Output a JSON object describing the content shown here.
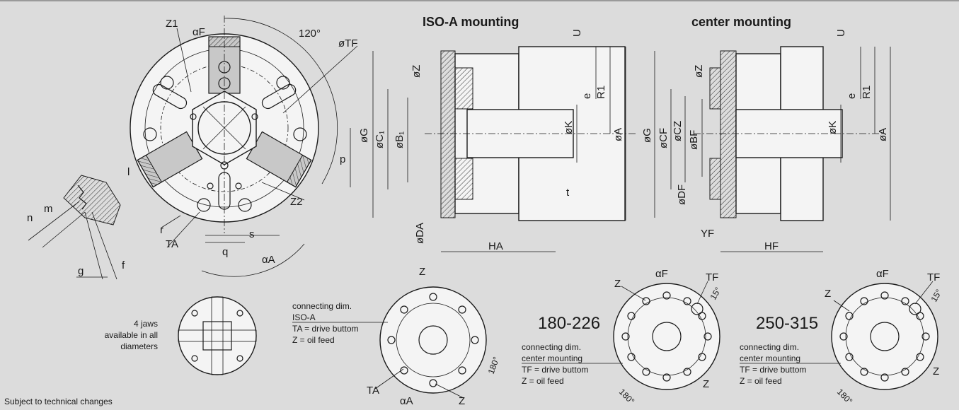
{
  "headings": {
    "iso_a_mounting": "ISO-A mounting",
    "center_mounting": "center mounting"
  },
  "front_view": {
    "labels": {
      "z1": "Z1",
      "alpha_f": "αF",
      "angle_120": "120°",
      "dia_tf": "øTF",
      "p": "p",
      "l": "l",
      "r": "r",
      "ta": "TA",
      "s": "s",
      "q": "q",
      "z2": "Z2",
      "alpha_a": "αA"
    }
  },
  "jaw_detail": {
    "labels": {
      "n": "n",
      "m": "m",
      "g": "g",
      "f": "f"
    }
  },
  "iso_section": {
    "labels": {
      "u": "U",
      "dia_z": "øZ",
      "e": "e",
      "r1": "R1",
      "dia_g": "øG",
      "dia_c1": "øC₁",
      "dia_b1": "øB₁",
      "dia_k": "øK",
      "dia_a": "øA",
      "t": "t",
      "dia_da": "øDA",
      "ha": "HA"
    }
  },
  "center_section": {
    "labels": {
      "u": "U",
      "dia_z": "øZ",
      "e": "e",
      "r1": "R1",
      "dia_g": "øG",
      "dia_cf": "øCF",
      "dia_cz": "øCZ",
      "dia_bf": "øBF",
      "dia_k": "øK",
      "dia_a": "øA",
      "dia_df": "øDF",
      "yf": "YF",
      "hf": "HF"
    }
  },
  "four_jaw": {
    "note_line1": "4 jaws",
    "note_line2": "available in all",
    "note_line3": "diameters"
  },
  "iso_pattern": {
    "note_line1": "connecting dim.",
    "note_line2": "ISO-A",
    "note_line3": "TA = drive buttom",
    "note_line4": "Z = oil feed",
    "labels": {
      "z_top": "Z",
      "ta": "TA",
      "alpha_a": "αA",
      "z_bottom": "Z",
      "angle_180": "180°"
    }
  },
  "pattern_180": {
    "size": "180-226",
    "note_line1": "connecting dim.",
    "note_line2": "center mounting",
    "note_line3": "TF = drive buttom",
    "note_line4": "Z = oil feed",
    "labels": {
      "alpha_f": "αF",
      "tf": "TF",
      "z_left": "Z",
      "angle_15": "15°",
      "angle_180": "180°",
      "z_bottom": "Z"
    }
  },
  "pattern_250": {
    "size": "250-315",
    "note_line1": "connecting dim.",
    "note_line2": "center mounting",
    "note_line3": "TF = drive buttom",
    "note_line4": "Z = oil feed",
    "labels": {
      "alpha_f": "αF",
      "tf": "TF",
      "z_left": "Z",
      "angle_15": "15°",
      "angle_180": "180°",
      "z_bottom": "Z"
    }
  },
  "footer": {
    "note": "Subject to technical changes"
  }
}
